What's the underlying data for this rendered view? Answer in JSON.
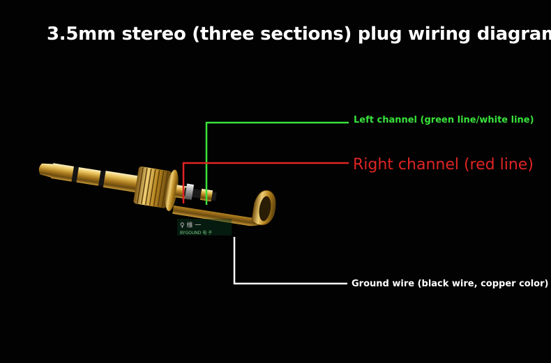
{
  "title": "3.5mm stereo (three sections) plug wiring diagram",
  "labels": {
    "left_channel": "Left channel (green line/white line)",
    "right_channel": "Right channel (red line)",
    "ground": "Ground wire (black wire, copper color)"
  },
  "colors": {
    "left": "#39e23c",
    "right": "#e02424",
    "ground": "#ffffff",
    "gold": "#d4a52a",
    "background": "#020202"
  }
}
